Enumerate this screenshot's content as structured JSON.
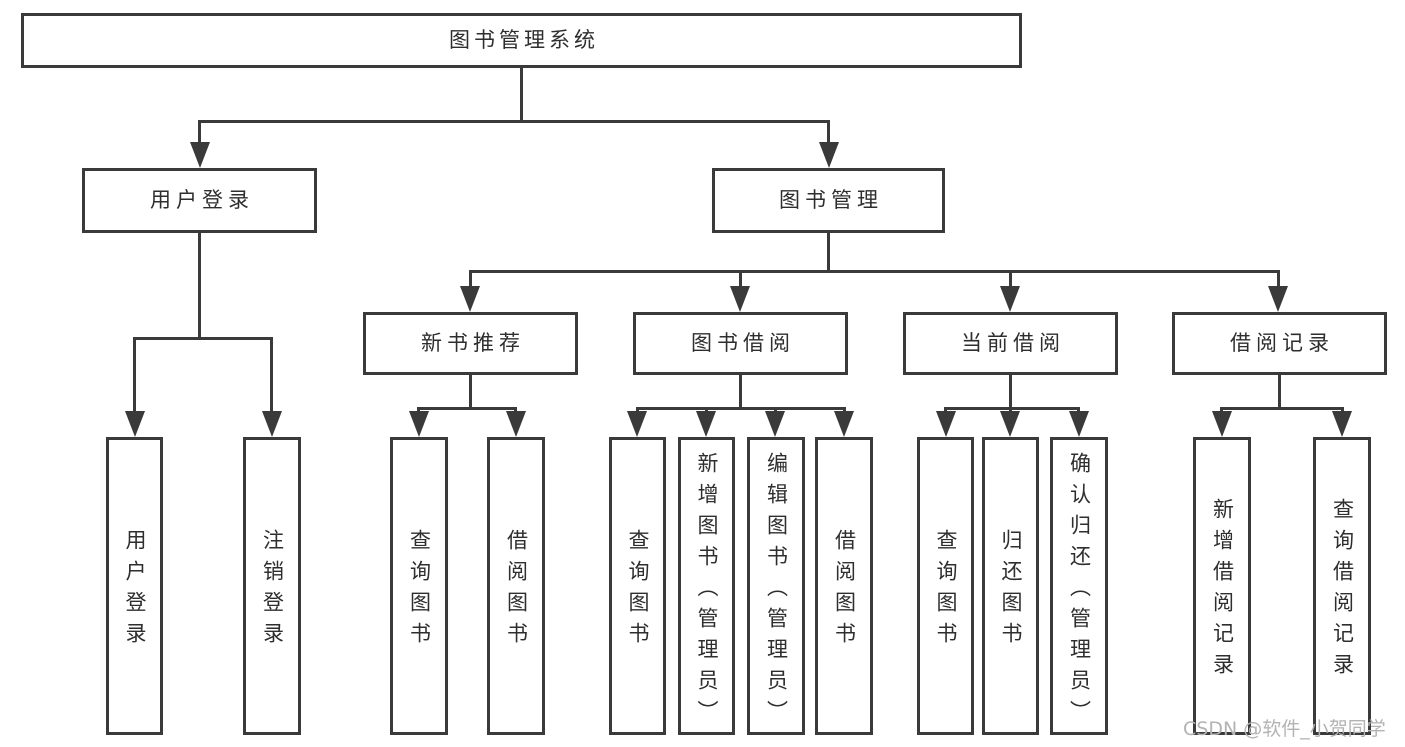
{
  "diagram": {
    "title": "图书管理系统",
    "user_login": {
      "label": "用户登录",
      "children": [
        {
          "label": "用户登录"
        },
        {
          "label": "注销登录"
        }
      ]
    },
    "book_mgmt": {
      "label": "图书管理",
      "children": [
        {
          "label": "新书推荐",
          "children": [
            {
              "label": "查询图书"
            },
            {
              "label": "借阅图书"
            }
          ]
        },
        {
          "label": "图书借阅",
          "children": [
            {
              "label": "查询图书"
            },
            {
              "label": "新增图书（管理员）"
            },
            {
              "label": "编辑图书（管理员）"
            },
            {
              "label": "借阅图书"
            }
          ]
        },
        {
          "label": "当前借阅",
          "children": [
            {
              "label": "查询图书"
            },
            {
              "label": "归还图书"
            },
            {
              "label": "确认归还（管理员）"
            }
          ]
        },
        {
          "label": "借阅记录",
          "children": [
            {
              "label": "新增借阅记录"
            },
            {
              "label": "查询借阅记录"
            }
          ]
        }
      ]
    }
  },
  "watermark": "CSDN @软件_小贺同学",
  "colors": {
    "line": "#3a3a3a",
    "text": "#2e2e2e",
    "background": "#ffffff",
    "watermark": "#b3b3b3"
  }
}
